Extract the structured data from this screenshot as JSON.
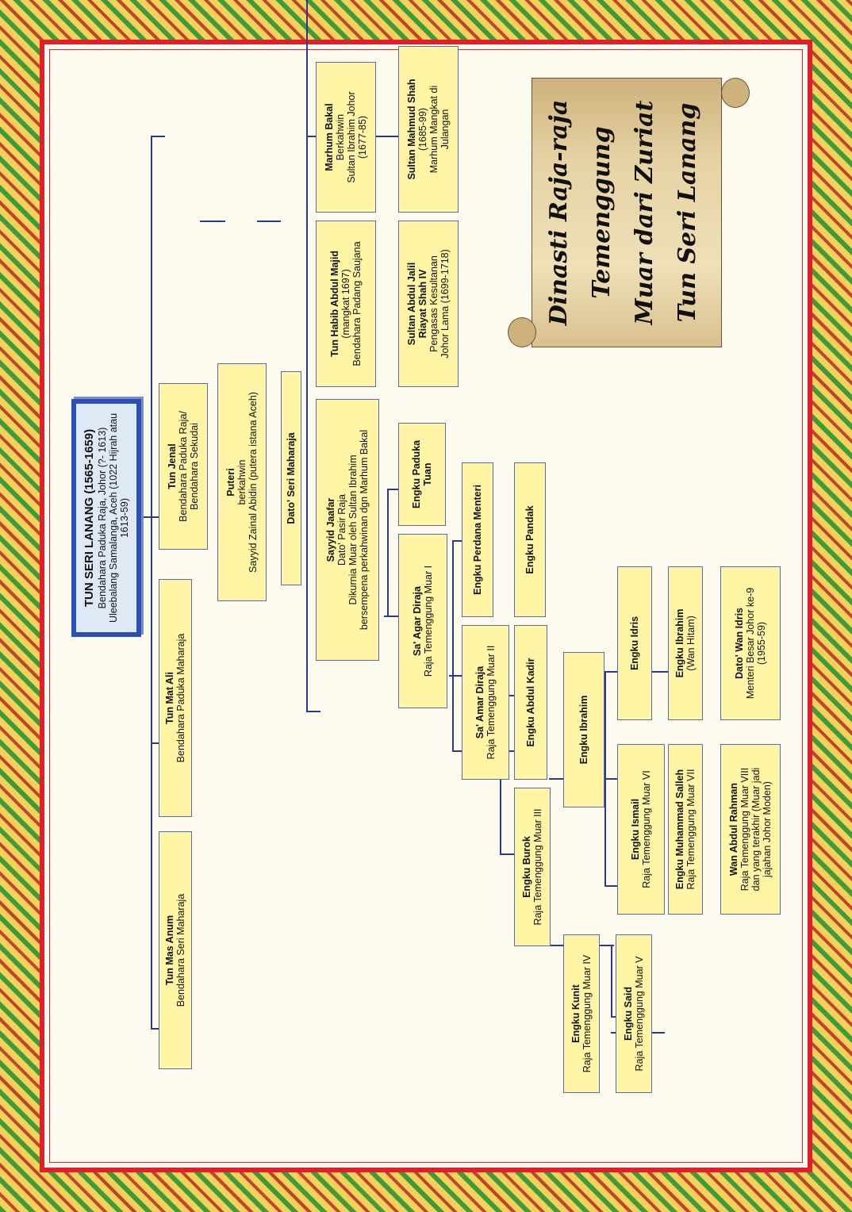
{
  "title": [
    "Dinasti Raja-raja",
    "Temenggung",
    "Muar dari Zuriat",
    "Tun Seri Lanang"
  ],
  "nodes": {
    "root": {
      "name": "TUN SERI LANANG (1565-1659)",
      "lines": [
        "Bendahara Paduka Raja, Johor (?- 1613)",
        "Uleebalang Samalanga, Aceh (1022 Hijrah atau 1613-59)"
      ]
    },
    "mas_anum": {
      "name": "Tun Mas Anum",
      "lines": [
        "Bendahara Seri Maharaja"
      ]
    },
    "mat_ali": {
      "name": "Tun Mat Ali",
      "lines": [
        "Bendahara Paduka Maharaja"
      ]
    },
    "jenal": {
      "name": "Tun Jenal",
      "lines": [
        "Bendahara Paduka Raja/",
        "Bendahara Sekudai"
      ]
    },
    "puteri": {
      "name": "Puteri",
      "lines": [
        "berkahwin",
        "Sayyid Zainal Abidin (putera istana Aceh)"
      ]
    },
    "dato_seri": {
      "name": "Dato' Seri Maharaja",
      "lines": []
    },
    "marhum_bakal": {
      "name": "Marhum Bakal",
      "lines": [
        "Berkahwin",
        "Sultan Ibrahim Johor",
        "(1677-85)"
      ]
    },
    "habib": {
      "name": "Tun Habib Abdul Majid",
      "lines": [
        "(mangkat 1697)",
        "Bendahara Padang Saujana"
      ]
    },
    "sayyid_jaafar": {
      "name": "Sayyid Jaafar",
      "lines": [
        "Dato' Pasir Raja",
        "Dikurnia Muar oleh Sultan Ibrahim",
        "bersempena perkahwinan dgn Marhum Bakal"
      ]
    },
    "mahmud": {
      "name": "Sultan Mahmud Shah",
      "lines": [
        "(1685-99)",
        "Marhum Mangkat di",
        "Julangan"
      ]
    },
    "abdul_jalil": {
      "name": "Sultan Abdul Jalil",
      "lines": [
        "Riayat Shah IV",
        "Pengasas Kesultanan",
        "Johor Lama (1699-1718)"
      ]
    },
    "paduka_tuan": {
      "name": "Engku Paduka",
      "lines": [
        "Tuan"
      ]
    },
    "agar": {
      "name": "Sa' Agar Diraja",
      "lines": [
        "Raja Temenggung Muar I"
      ]
    },
    "perdana": {
      "name": "Engku Perdana Menteri",
      "lines": []
    },
    "pandak": {
      "name": "Engku Pandak",
      "lines": []
    },
    "amar": {
      "name": "Sa' Amar Diraja",
      "lines": [
        "Raja Temenggung Muar II"
      ]
    },
    "abdul_kadir": {
      "name": "Engku Abdul Kadir",
      "lines": []
    },
    "burok": {
      "name": "Engku Burok",
      "lines": [
        "Raja Temenggung Muar III"
      ]
    },
    "kunit": {
      "name": "Engku Kunit",
      "lines": [
        "Raja Temenggung Muar IV"
      ]
    },
    "said": {
      "name": "Engku Said",
      "lines": [
        "Raja Temenggung Muar V"
      ]
    },
    "ibrahim1": {
      "name": "Engku Ibrahim",
      "lines": []
    },
    "idris": {
      "name": "Engku Idris",
      "lines": []
    },
    "ibrahim2": {
      "name": "Engku Ibrahim",
      "lines": [
        "(Wan Hitam)"
      ]
    },
    "wan_idris": {
      "name": "Dato' Wan Idris",
      "lines": [
        "Menteri Besar Johor ke-9",
        "(1955-59)"
      ]
    },
    "ismail": {
      "name": "Engku Ismail",
      "lines": [
        "Raja Temenggung Muar VI"
      ]
    },
    "salleh": {
      "name": "Engku Muhammad Salleh",
      "lines": [
        "Raja Temenggung Muar VII"
      ]
    },
    "wan_abdul": {
      "name": "Wan Abdul Rahman",
      "lines": [
        "Raja Temenggung Muar VIII",
        "dan yang terakhir (Muar jadi",
        "jajahan Johor Moden)"
      ]
    }
  }
}
